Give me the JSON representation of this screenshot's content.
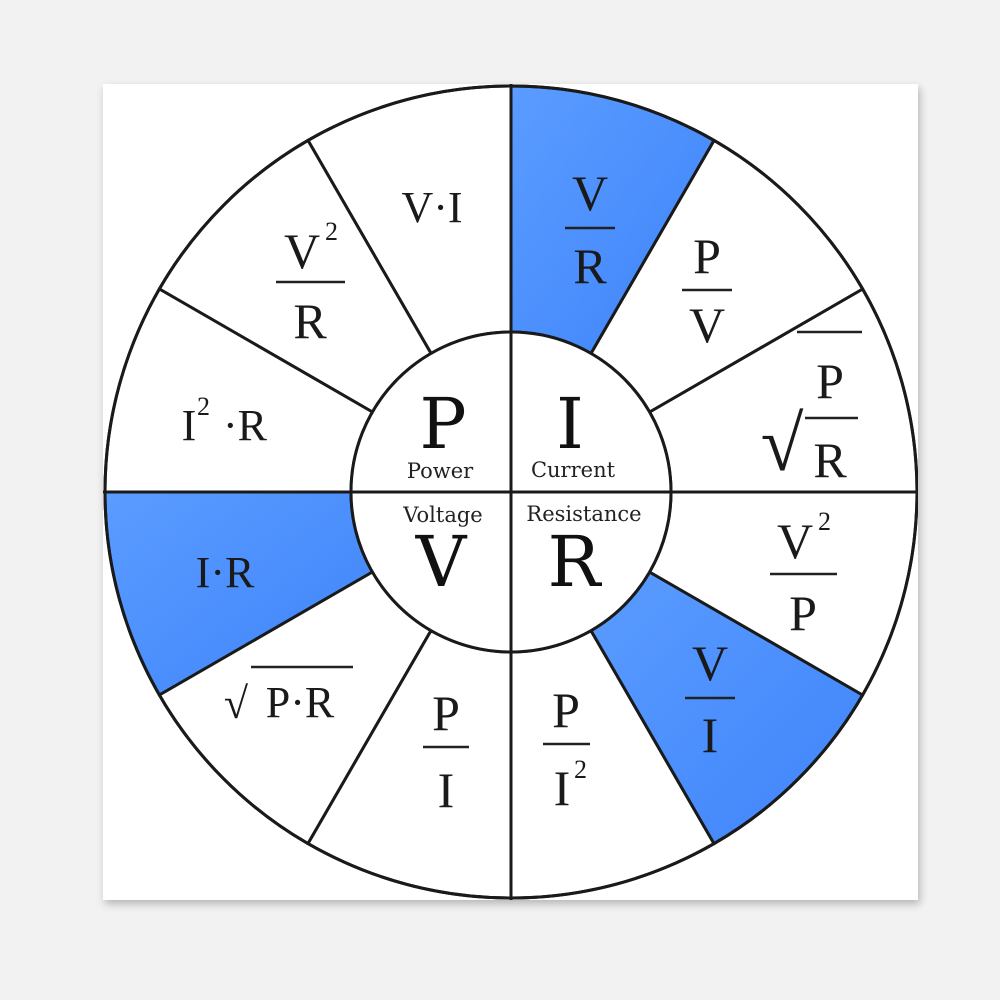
{
  "title": "Ohm's Law Wheel",
  "colors": {
    "highlight": "#4d8ffd",
    "highlight_light": "#5b9bff",
    "line": "#1a1a1a",
    "background": "#ffffff"
  },
  "center": {
    "power": {
      "symbol": "P",
      "label": "Power"
    },
    "current": {
      "symbol": "I",
      "label": "Current"
    },
    "voltage": {
      "symbol": "V",
      "label": "Voltage"
    },
    "resistance": {
      "symbol": "R",
      "label": "Resistance"
    }
  },
  "segments": [
    {
      "name": "sqrt-p-over-r",
      "highlighted": false,
      "parts": [
        "√",
        "P",
        "R"
      ]
    },
    {
      "name": "p-over-v",
      "highlighted": false,
      "parts": [
        "P",
        "V"
      ]
    },
    {
      "name": "v-over-r",
      "highlighted": true,
      "parts": [
        "V",
        "R"
      ]
    },
    {
      "name": "v-times-i",
      "highlighted": false,
      "parts": [
        "V·I"
      ]
    },
    {
      "name": "v-squared-over-r",
      "highlighted": false,
      "parts": [
        "V",
        "2",
        "R"
      ]
    },
    {
      "name": "i-squared-times-r",
      "highlighted": false,
      "parts": [
        "I",
        "2",
        "·R"
      ]
    },
    {
      "name": "i-times-r",
      "highlighted": true,
      "parts": [
        "I·R"
      ]
    },
    {
      "name": "sqrt-p-times-r",
      "highlighted": false,
      "parts": [
        "√",
        "P·R"
      ]
    },
    {
      "name": "p-over-i",
      "highlighted": false,
      "parts": [
        "P",
        "I"
      ]
    },
    {
      "name": "p-over-i-squared",
      "highlighted": false,
      "parts": [
        "P",
        "I",
        "2"
      ]
    },
    {
      "name": "v-over-i",
      "highlighted": true,
      "parts": [
        "V",
        "I"
      ]
    },
    {
      "name": "v-squared-over-p",
      "highlighted": false,
      "parts": [
        "V",
        "2",
        "P"
      ]
    }
  ]
}
